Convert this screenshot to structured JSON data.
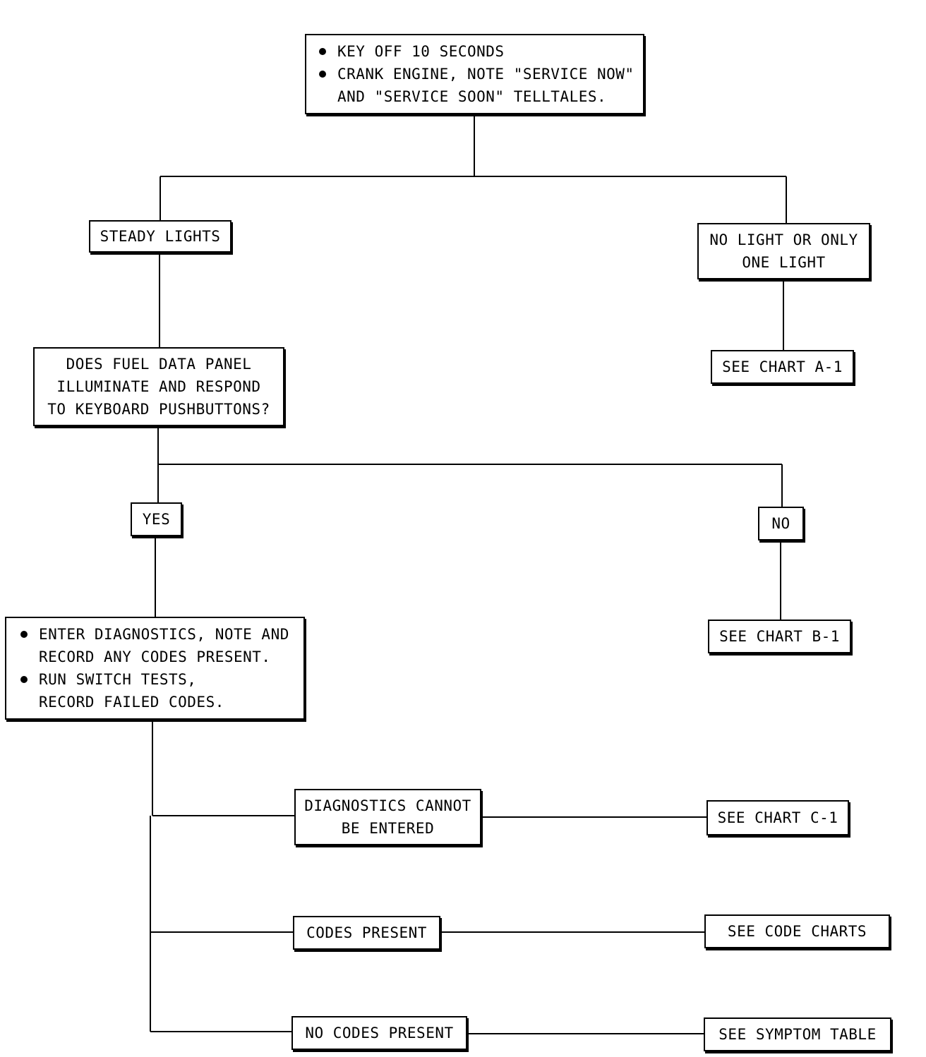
{
  "diagram": {
    "start": {
      "bullets": [
        [
          "KEY OFF 10 SECONDS"
        ],
        [
          "CRANK ENGINE, NOTE \"SERVICE NOW\"",
          "AND \"SERVICE SOON\" TELLTALES."
        ]
      ]
    },
    "steady_lights": "STEADY LIGHTS",
    "no_light": [
      "NO LIGHT OR ONLY",
      "ONE LIGHT"
    ],
    "see_chart_a1": "SEE CHART A-1",
    "question": [
      "DOES FUEL DATA PANEL",
      "ILLUMINATE AND RESPOND",
      "TO KEYBOARD PUSHBUTTONS?"
    ],
    "yes": "YES",
    "no": "NO",
    "see_chart_b1": "SEE CHART B-1",
    "diagnostics": {
      "bullets": [
        [
          "ENTER DIAGNOSTICS, NOTE AND",
          "RECORD ANY CODES PRESENT."
        ],
        [
          "RUN SWITCH TESTS,",
          "RECORD FAILED CODES."
        ]
      ]
    },
    "cannot_enter": [
      "DIAGNOSTICS CANNOT",
      "BE ENTERED"
    ],
    "see_chart_c1": "SEE CHART C-1",
    "codes_present": "CODES PRESENT",
    "see_code_charts": "SEE CODE CHARTS",
    "no_codes_present": "NO CODES PRESENT",
    "see_symptom_table": "SEE SYMPTOM TABLE"
  }
}
